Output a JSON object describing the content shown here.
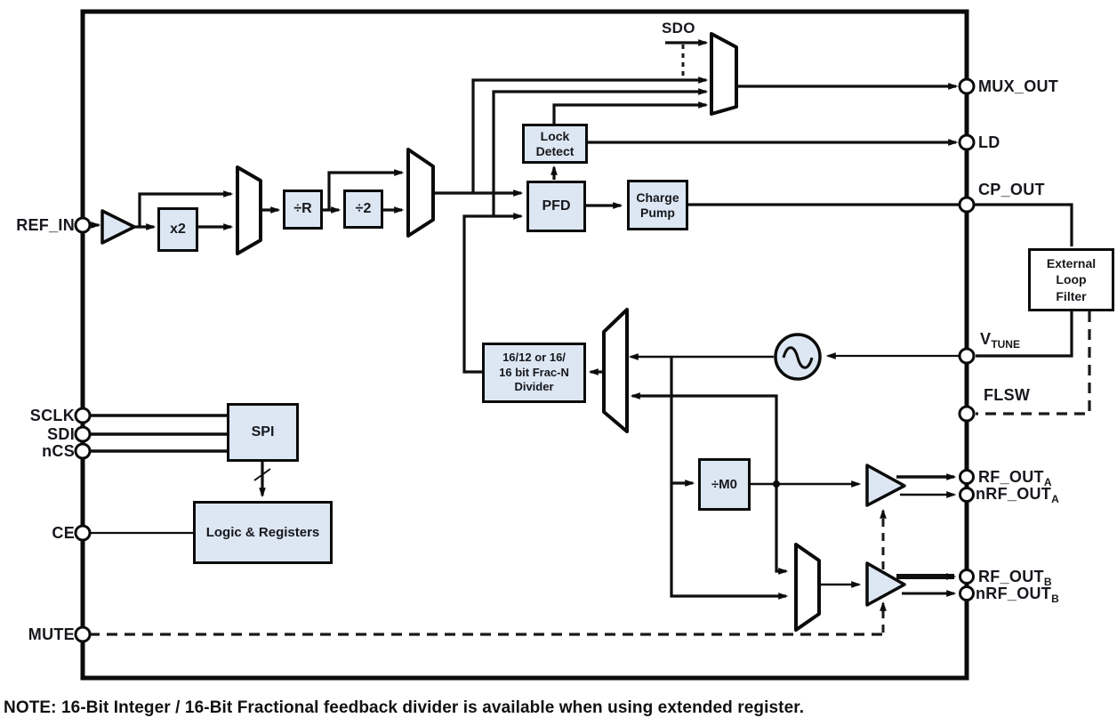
{
  "note": "NOTE: 16-Bit Integer / 16-Bit Fractional feedback divider is available when using extended register.",
  "colors": {
    "box_fill": "#dce7f3",
    "line": "#111111",
    "text": "#17181d",
    "background": "#ffffff"
  },
  "signals": {
    "sdo": "SDO"
  },
  "pins": {
    "left": [
      {
        "id": "ref-in",
        "label": "REF_IN"
      },
      {
        "id": "sclk",
        "label": "SCLK"
      },
      {
        "id": "sdi",
        "label": "SDI"
      },
      {
        "id": "ncs",
        "label": "nCS"
      },
      {
        "id": "ce",
        "label": "CE"
      },
      {
        "id": "mute",
        "label": "MUTE"
      }
    ],
    "right": [
      {
        "id": "mux-out",
        "label": "MUX_OUT"
      },
      {
        "id": "ld",
        "label": "LD"
      },
      {
        "id": "cp-out",
        "label": "CP_OUT"
      },
      {
        "id": "vtune",
        "base": "V",
        "sub": "TUNE"
      },
      {
        "id": "flsw",
        "label": "FLSW"
      },
      {
        "id": "rf-out-a",
        "base": "RF_OUT",
        "sub": "A"
      },
      {
        "id": "nrf-out-a",
        "base": "nRF_OUT",
        "sub": "A"
      },
      {
        "id": "rf-out-b",
        "base": "RF_OUT",
        "sub": "B"
      },
      {
        "id": "nrf-out-b",
        "base": "nRF_OUT",
        "sub": "B"
      }
    ]
  },
  "blocks": {
    "x2": "x2",
    "div_r": "÷R",
    "div_2": "÷2",
    "lock_detect": "Lock\nDetect",
    "pfd": "PFD",
    "charge_pump": "Charge\nPump",
    "frac_n": "16/12 or 16/\n16 bit Frac-N\nDivider",
    "div_m0": "÷M0",
    "spi": "SPI",
    "logic": "Logic & Registers",
    "ext_filter": "External\nLoop\nFilter"
  }
}
